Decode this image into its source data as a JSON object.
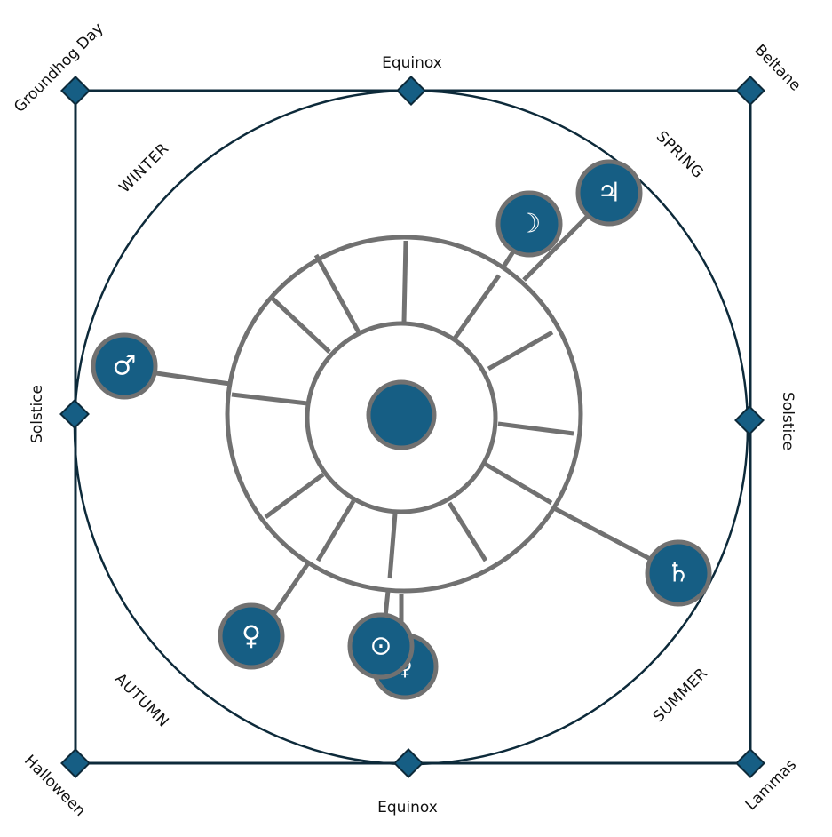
{
  "colors": {
    "frame": "#0d2a3a",
    "marker_fill": "#165e84",
    "wheel": "#717171",
    "planet_fill": "#165e84",
    "planet_ring": "#717171",
    "glyph": "#ffffff"
  },
  "markers": {
    "top_left": "Groundhog Day",
    "top_mid": "Equinox",
    "top_right": "Beltane",
    "mid_left": "Solstice",
    "mid_right": "Solstice",
    "bottom_left": "Halloween",
    "bottom_mid": "Equinox",
    "bottom_right": "Lammas"
  },
  "seasons": {
    "winter": "WINTER",
    "spring": "SPRING",
    "summer": "SUMMER",
    "autumn": "AUTUMN"
  },
  "planets": {
    "jupiter": {
      "glyph": "♃",
      "icon": "jupiter-icon"
    },
    "moon": {
      "glyph": "☽",
      "icon": "moon-icon"
    },
    "mars": {
      "glyph": "♂",
      "icon": "mars-icon"
    },
    "saturn": {
      "glyph": "♄",
      "icon": "saturn-icon"
    },
    "venus": {
      "glyph": "♀",
      "icon": "venus-icon"
    },
    "mercury": {
      "glyph": "☿",
      "icon": "mercury-icon"
    },
    "sun": {
      "glyph": "⊙",
      "icon": "sun-icon"
    }
  }
}
